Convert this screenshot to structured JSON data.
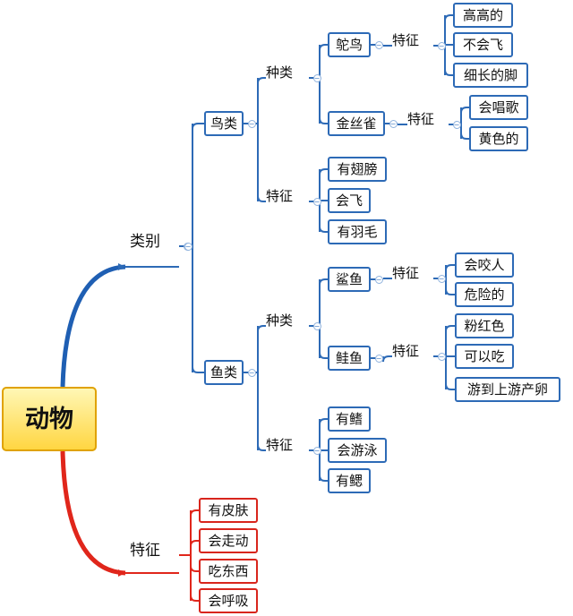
{
  "root": {
    "label": "动物",
    "children": [
      {
        "label": "类别",
        "children": [
          {
            "label": "鸟类",
            "children": [
              {
                "label": "种类",
                "children": [
                  {
                    "label": "鸵鸟",
                    "children": [
                      {
                        "label": "特征",
                        "children": [
                          {
                            "label": "高高的"
                          },
                          {
                            "label": "不会飞"
                          },
                          {
                            "label": "细长的脚"
                          }
                        ]
                      }
                    ]
                  },
                  {
                    "label": "金丝雀",
                    "children": [
                      {
                        "label": "特征",
                        "children": [
                          {
                            "label": "会唱歌"
                          },
                          {
                            "label": "黄色的"
                          }
                        ]
                      }
                    ]
                  }
                ]
              },
              {
                "label": "特征",
                "children": [
                  {
                    "label": "有翅膀"
                  },
                  {
                    "label": "会飞"
                  },
                  {
                    "label": "有羽毛"
                  }
                ]
              }
            ]
          },
          {
            "label": "鱼类",
            "children": [
              {
                "label": "种类",
                "children": [
                  {
                    "label": "鲨鱼",
                    "children": [
                      {
                        "label": "特征",
                        "children": [
                          {
                            "label": "会咬人"
                          },
                          {
                            "label": "危险的"
                          }
                        ]
                      }
                    ]
                  },
                  {
                    "label": "鲑鱼",
                    "children": [
                      {
                        "label": "特征",
                        "children": [
                          {
                            "label": "粉红色"
                          },
                          {
                            "label": "可以吃"
                          },
                          {
                            "label": "游到上游产卵"
                          }
                        ]
                      }
                    ]
                  }
                ]
              },
              {
                "label": "特征",
                "children": [
                  {
                    "label": "有鳍"
                  },
                  {
                    "label": "会游泳"
                  },
                  {
                    "label": "有鳃"
                  }
                ]
              }
            ]
          }
        ]
      },
      {
        "label": "特征",
        "children": [
          {
            "label": "有皮肤"
          },
          {
            "label": "会走动"
          },
          {
            "label": "吃东西"
          },
          {
            "label": "会呼吸"
          }
        ]
      }
    ]
  },
  "colors": {
    "bird_fish_branch": "#1f5fb3",
    "feature_branch": "#e0261b",
    "connector": "#2d6ab6",
    "root_fill": "#ffd642"
  }
}
